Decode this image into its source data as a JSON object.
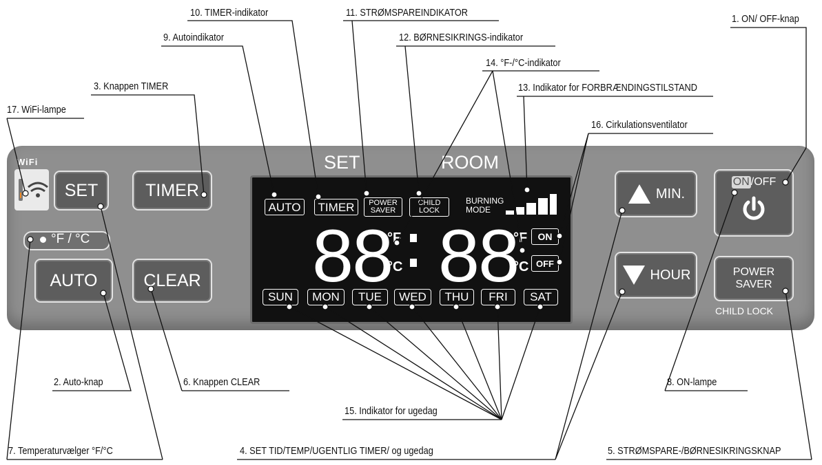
{
  "callouts": {
    "c1": "1. ON/ OFF-knap",
    "c2": "2. Auto-knap",
    "c3": "3. Knappen TIMER",
    "c4": "4. SET TID/TEMP/UGENTLIG TIMER/ og ugedag",
    "c5": "5. STRØMSPARE-/BØRNESIKRINGSKNAP",
    "c6": "6. Knappen CLEAR",
    "c7": "7. Temperaturvælger °F/°C",
    "c8": "8. ON-lampe",
    "c9": "9. Autoindikator",
    "c10": "10. TIMER-indikator",
    "c11": "11. STRØMSPAREINDIKATOR",
    "c12": "12. BØRNESIKRINGS-indikator",
    "c13": "13. Indikator for FORBRÆNDINGSTILSTAND",
    "c14": "14. °F-/°C-indikator",
    "c15": "15. Indikator for ugedag",
    "c16": "16. Cirkulationsventilator",
    "c17": "17. WiFi-lampe"
  },
  "panel": {
    "wifi_label": "WiFi",
    "set": "SET",
    "timer": "TIMER",
    "auto": "AUTO",
    "clear": "CLEAR",
    "temp_toggle": "°F / °C",
    "set_header": "SET",
    "room_header": "ROOM",
    "min": "MIN.",
    "hour": "HOUR",
    "on": "ON",
    "off": "/OFF",
    "power_saver_1": "POWER",
    "power_saver_2": "SAVER",
    "child_lock": "CHILD LOCK"
  },
  "lcd": {
    "auto": "AUTO",
    "timer": "TIMER",
    "power_saver_1": "POWER",
    "power_saver_2": "SAVER",
    "child_lock_1": "CHILD",
    "child_lock_2": "LOCK",
    "burning_1": "BURNING",
    "burning_2": "MODE",
    "digits_left": "88",
    "digits_right": "88",
    "unit_f": "°F",
    "unit_c": "°C",
    "fan_on": "ON",
    "fan_off": "OFF",
    "days": [
      "SUN",
      "MON",
      "TUE",
      "WED",
      "THU",
      "FRI",
      "SAT"
    ]
  },
  "colors": {
    "panel": "#8f8f8f",
    "lcd": "#111111",
    "button": "#5d5d5d"
  }
}
